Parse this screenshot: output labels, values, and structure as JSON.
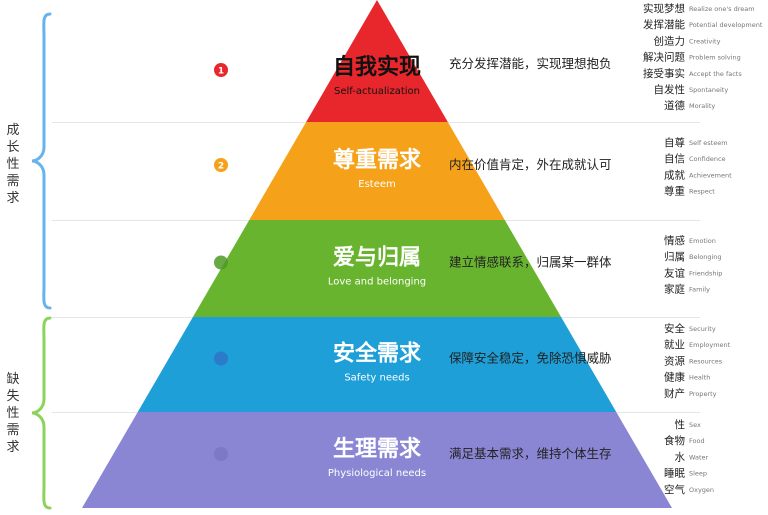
{
  "groups": {
    "growth": {
      "label": "成长性需求",
      "chars": [
        "成",
        "长",
        "性",
        "需",
        "求"
      ],
      "color": "#66b3ee"
    },
    "deficiency": {
      "label": "缺失性需求",
      "chars": [
        "缺",
        "失",
        "性",
        "需",
        "求"
      ],
      "color": "#8cd35a"
    }
  },
  "levels": [
    {
      "id": "self-actualization",
      "zh": "自我实现",
      "en": "Self-actualization",
      "color": "#e8272c",
      "text_color": "#111111",
      "dot_color": "#e8272c",
      "dot_label": "1",
      "desc": "充分发挥潜能，实现理想抱负",
      "items": [
        {
          "zh": "实现梦想",
          "en": "Realize one's dream"
        },
        {
          "zh": "发挥潜能",
          "en": "Potential development"
        },
        {
          "zh": "创造力",
          "en": "Creativity"
        },
        {
          "zh": "解决问题",
          "en": "Problem solving"
        },
        {
          "zh": "接受事实",
          "en": "Accept the facts"
        },
        {
          "zh": "自发性",
          "en": "Spontaneity"
        },
        {
          "zh": "道德",
          "en": "Morality"
        }
      ]
    },
    {
      "id": "esteem",
      "zh": "尊重需求",
      "en": "Esteem",
      "color": "#f5a11a",
      "text_color": "#ffffff",
      "dot_color": "#f5a11a",
      "dot_label": "2",
      "desc": "内在价值肯定，外在成就认可",
      "items": [
        {
          "zh": "自尊",
          "en": "Self esteem"
        },
        {
          "zh": "自信",
          "en": "Confidence"
        },
        {
          "zh": "成就",
          "en": "Achievement"
        },
        {
          "zh": "尊重",
          "en": "Respect"
        }
      ]
    },
    {
      "id": "love-belonging",
      "zh": "爱与归属",
      "en": "Love and belonging",
      "color": "#69b42f",
      "text_color": "#ffffff",
      "dot_color": "#4e9a25",
      "dot_label": "",
      "desc": "建立情感联系，归属某一群体",
      "items": [
        {
          "zh": "情感",
          "en": "Emotion"
        },
        {
          "zh": "归属",
          "en": "Belonging"
        },
        {
          "zh": "友谊",
          "en": "Friendship"
        },
        {
          "zh": "家庭",
          "en": "Family"
        }
      ]
    },
    {
      "id": "safety",
      "zh": "安全需求",
      "en": "Safety needs",
      "color": "#1e9fd8",
      "text_color": "#ffffff",
      "dot_color": "#2f74c9",
      "dot_label": "",
      "desc": "保障安全稳定，免除恐惧威胁",
      "items": [
        {
          "zh": "安全",
          "en": "Security"
        },
        {
          "zh": "就业",
          "en": "Employment"
        },
        {
          "zh": "资源",
          "en": "Resources"
        },
        {
          "zh": "健康",
          "en": "Health"
        },
        {
          "zh": "财产",
          "en": "Property"
        }
      ]
    },
    {
      "id": "physiological",
      "zh": "生理需求",
      "en": "Physiological needs",
      "color": "#8a86d4",
      "text_color": "#ffffff",
      "dot_color": "#7a76c4",
      "dot_label": "",
      "desc": "满足基本需求，维持个体生存",
      "items": [
        {
          "zh": "性",
          "en": "Sex"
        },
        {
          "zh": "食物",
          "en": "Food"
        },
        {
          "zh": "水",
          "en": "Water"
        },
        {
          "zh": "睡眠",
          "en": "Sleep"
        },
        {
          "zh": "空气",
          "en": "Oxygen"
        }
      ]
    }
  ]
}
